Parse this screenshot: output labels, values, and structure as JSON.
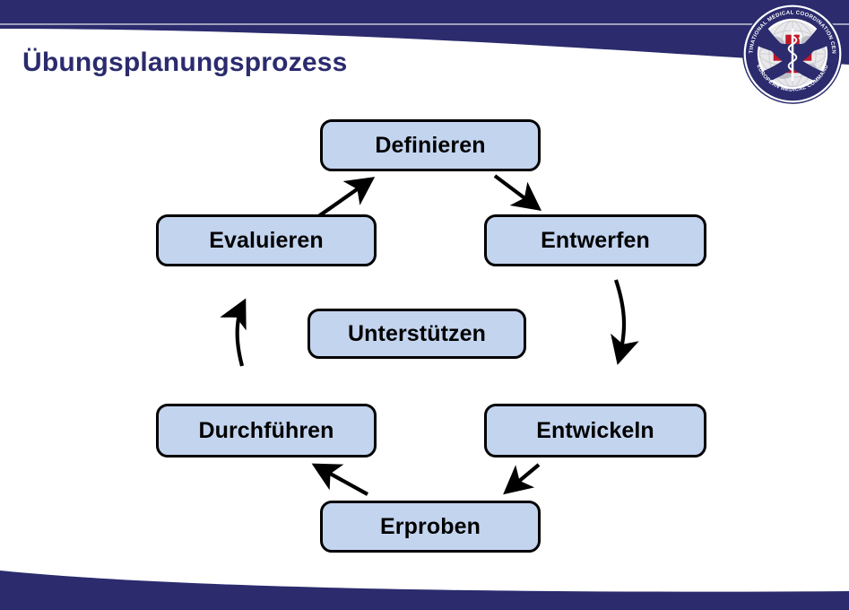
{
  "slide": {
    "title": "Übungsplanungsprozess",
    "brand_navy": "#2b2b6e",
    "node_fill": "#c3d4ef",
    "node_border": "#000000",
    "background": "#ffffff"
  },
  "logo": {
    "name": "mmcc-emc-emblem",
    "top_arc_text": "MULTINATIONAL MEDICAL COORDINATION CENTRE",
    "bottom_arc_text": "EUROPEAN MEDICAL COMMAND",
    "ring_color": "#2b2b6e",
    "cross_color": "#c0182b",
    "globe_color": "#dcdcdc"
  },
  "diagram": {
    "type": "cycle",
    "nodes": [
      {
        "id": "definieren",
        "label": "Definieren"
      },
      {
        "id": "entwerfen",
        "label": "Entwerfen"
      },
      {
        "id": "entwickeln",
        "label": "Entwickeln"
      },
      {
        "id": "erproben",
        "label": "Erproben"
      },
      {
        "id": "durchfuehren",
        "label": "Durchführen"
      },
      {
        "id": "evaluieren",
        "label": "Evaluieren"
      },
      {
        "id": "unterstuetzen",
        "label": "Unterstützen"
      }
    ],
    "arrows": [
      {
        "id": "evaluieren-to-definieren",
        "from": "Evaluieren",
        "to": "Definieren",
        "direction": "up-right"
      },
      {
        "id": "definieren-to-entwerfen",
        "from": "Definieren",
        "to": "Entwerfen",
        "direction": "down-right"
      },
      {
        "id": "entwerfen-to-entwickeln",
        "from": "Entwerfen",
        "to": "Entwickeln",
        "direction": "down"
      },
      {
        "id": "entwickeln-to-erproben",
        "from": "Entwickeln",
        "to": "Erproben",
        "direction": "down-left"
      },
      {
        "id": "erproben-to-durchfuehren",
        "from": "Erproben",
        "to": "Durchführen",
        "direction": "up-left"
      },
      {
        "id": "durchfuehren-to-evaluieren",
        "from": "Durchführen",
        "to": "Evaluieren",
        "direction": "up"
      }
    ]
  }
}
